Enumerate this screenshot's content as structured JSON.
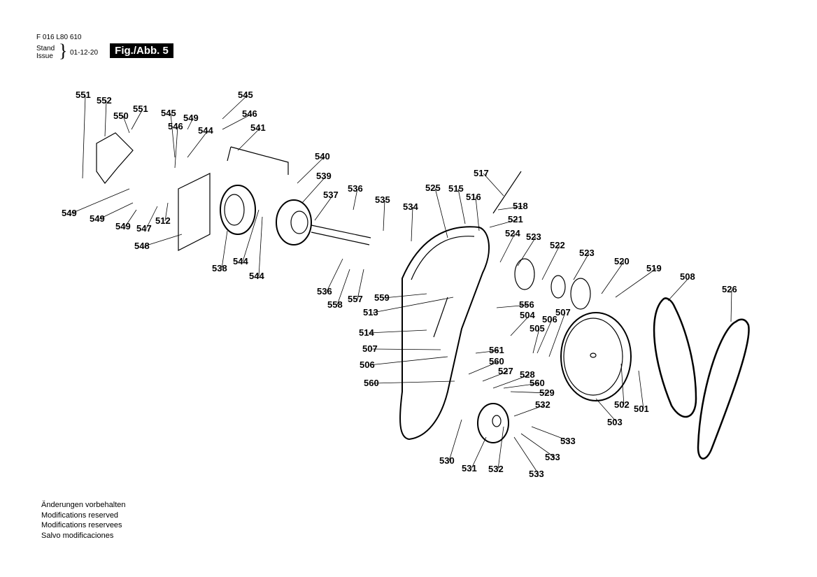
{
  "header": {
    "doc_number": "F 016 L80 610",
    "stand_label": "Stand",
    "issue_label": "Issue",
    "brace": "}",
    "issue_date": "01-12-20",
    "figure_label": "Fig./Abb. 5"
  },
  "part_labels": [
    "551",
    "552",
    "550",
    "551",
    "545",
    "546",
    "545",
    "549",
    "544",
    "546",
    "541",
    "540",
    "539",
    "537",
    "536",
    "535",
    "534",
    "525",
    "515",
    "516",
    "517",
    "518",
    "521",
    "524",
    "523",
    "522",
    "523",
    "520",
    "519",
    "508",
    "526",
    "549",
    "549",
    "549",
    "547",
    "512",
    "548",
    "538",
    "544",
    "544",
    "536",
    "558",
    "557",
    "559",
    "513",
    "556",
    "514",
    "504",
    "506",
    "505",
    "507",
    "507",
    "506",
    "560",
    "561",
    "560",
    "527",
    "528",
    "560",
    "529",
    "532",
    "533",
    "533",
    "533",
    "532",
    "531",
    "530",
    "503",
    "502",
    "501"
  ],
  "footer_notes": [
    "Änderungen vorbehalten",
    "Modifications reserved",
    "Modifications reservees",
    "Salvo modificaciones"
  ]
}
